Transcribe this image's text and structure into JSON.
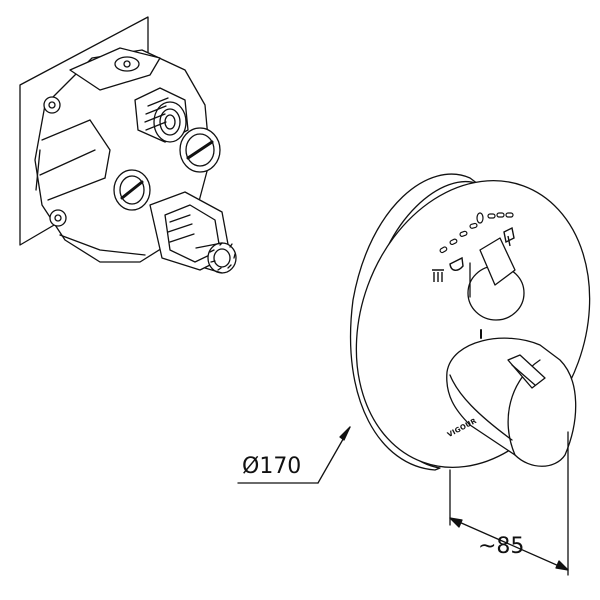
{
  "dimensions": {
    "diameter_label": "Ø170",
    "depth_label": "~85"
  },
  "brand_mark": "VIGOUR",
  "colors": {
    "line": "#111111",
    "background": "#ffffff"
  },
  "icons": [
    "shower-icon",
    "bathtub-icon",
    "hand-shower-icon"
  ]
}
